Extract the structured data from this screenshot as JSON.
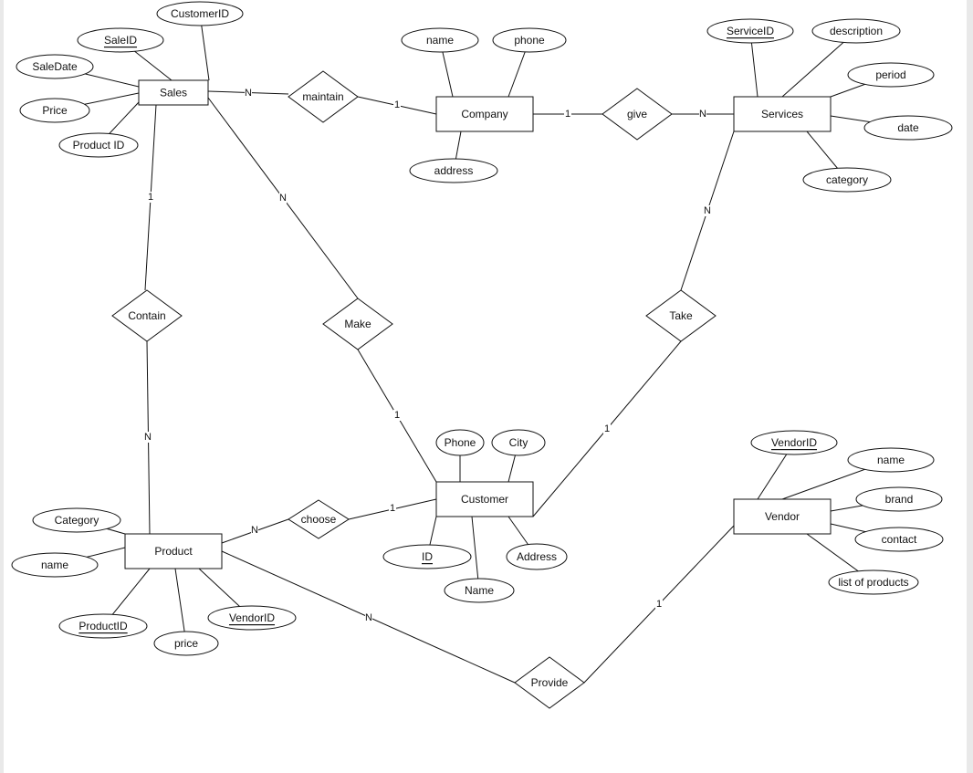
{
  "entities": [
    {
      "id": "sales",
      "label": "Sales"
    },
    {
      "id": "company",
      "label": "Company"
    },
    {
      "id": "services",
      "label": "Services"
    },
    {
      "id": "customer",
      "label": "Customer"
    },
    {
      "id": "product",
      "label": "Product"
    },
    {
      "id": "vendor",
      "label": "Vendor"
    }
  ],
  "relationships": [
    {
      "id": "maintain",
      "label": "maintain"
    },
    {
      "id": "give",
      "label": "give"
    },
    {
      "id": "contain",
      "label": "Contain"
    },
    {
      "id": "make",
      "label": "Make"
    },
    {
      "id": "take",
      "label": "Take"
    },
    {
      "id": "choose",
      "label": "choose"
    },
    {
      "id": "provide",
      "label": "Provide"
    }
  ],
  "attributes": [
    {
      "id": "sales-customerid",
      "label": "CustomerID",
      "key": false
    },
    {
      "id": "sales-saleid",
      "label": "SaleID",
      "key": true
    },
    {
      "id": "sales-saledate",
      "label": "SaleDate",
      "key": false
    },
    {
      "id": "sales-price",
      "label": "Price",
      "key": false
    },
    {
      "id": "sales-productid",
      "label": "Product ID",
      "key": false
    },
    {
      "id": "company-name",
      "label": "name",
      "key": false
    },
    {
      "id": "company-phone",
      "label": "phone",
      "key": false
    },
    {
      "id": "company-address",
      "label": "address",
      "key": false
    },
    {
      "id": "services-serviceid",
      "label": "ServiceID",
      "key": true
    },
    {
      "id": "services-description",
      "label": "description",
      "key": false
    },
    {
      "id": "services-period",
      "label": "period",
      "key": false
    },
    {
      "id": "services-date",
      "label": "date",
      "key": false
    },
    {
      "id": "services-category",
      "label": "category",
      "key": false
    },
    {
      "id": "customer-phone",
      "label": "Phone",
      "key": false
    },
    {
      "id": "customer-city",
      "label": "City",
      "key": false
    },
    {
      "id": "customer-id",
      "label": "ID",
      "key": true
    },
    {
      "id": "customer-name",
      "label": "Name",
      "key": false
    },
    {
      "id": "customer-address",
      "label": "Address",
      "key": false
    },
    {
      "id": "product-category",
      "label": "Category",
      "key": false
    },
    {
      "id": "product-name",
      "label": "name",
      "key": false
    },
    {
      "id": "product-productid",
      "label": "ProductID",
      "key": true
    },
    {
      "id": "product-price",
      "label": "price",
      "key": false
    },
    {
      "id": "product-vendorid",
      "label": "VendorID",
      "key": true
    },
    {
      "id": "vendor-vendorid",
      "label": "VendorID",
      "key": true
    },
    {
      "id": "vendor-name",
      "label": "name",
      "key": false
    },
    {
      "id": "vendor-brand",
      "label": "brand",
      "key": false
    },
    {
      "id": "vendor-contact",
      "label": "contact",
      "key": false
    },
    {
      "id": "vendor-listofproducts",
      "label": "list of products",
      "key": false
    }
  ],
  "cardinalities": [
    {
      "id": "sales-maintain",
      "label": "N"
    },
    {
      "id": "maintain-company",
      "label": "1"
    },
    {
      "id": "company-give",
      "label": "1"
    },
    {
      "id": "give-services",
      "label": "N"
    },
    {
      "id": "sales-contain",
      "label": "1"
    },
    {
      "id": "contain-product",
      "label": "N"
    },
    {
      "id": "sales-make",
      "label": "N"
    },
    {
      "id": "make-customer",
      "label": "1"
    },
    {
      "id": "services-take",
      "label": "N"
    },
    {
      "id": "take-customer",
      "label": "1"
    },
    {
      "id": "product-choose",
      "label": "N"
    },
    {
      "id": "choose-customer",
      "label": "1"
    },
    {
      "id": "product-provide",
      "label": "N"
    },
    {
      "id": "provide-vendor",
      "label": "1"
    }
  ]
}
